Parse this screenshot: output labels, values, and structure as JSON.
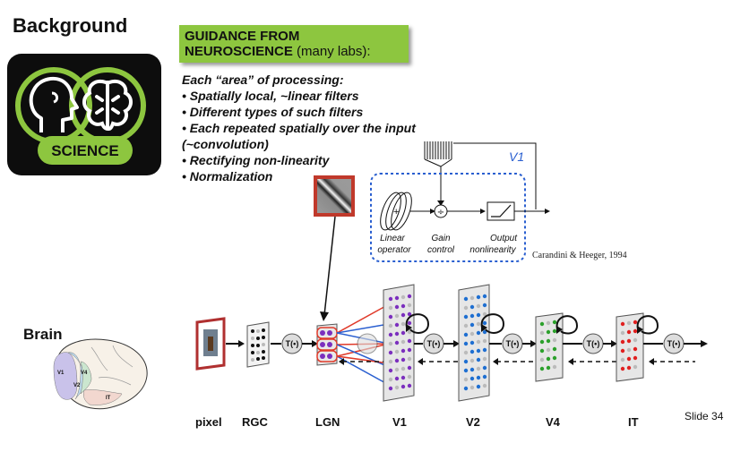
{
  "slide": {
    "title": "Background",
    "slide_label": "Slide 34",
    "badge": {
      "text": "SCIENCE",
      "colors": {
        "background": "#0d0d0d",
        "accent": "#8dc63f"
      },
      "icons": [
        "head-profile-icon",
        "brain-icon"
      ]
    }
  },
  "guidance": {
    "line1": "GUIDANCE FROM",
    "line2_bold": "NEUROSCIENCE",
    "line2_rest": " (many labs):",
    "color": "#8dc63f"
  },
  "bullets": {
    "heading": "Each “area” of processing:",
    "items": [
      "• Spatially local, ~linear filters",
      "• Different types of such filters",
      "• Each repeated spatially over the input",
      "(~convolution)",
      "• Rectifying non-linearity",
      "• Normalization"
    ]
  },
  "v1_model": {
    "label": "V1",
    "stage_labels": [
      {
        "line1": "Linear",
        "line2": "operator"
      },
      {
        "line1": "Gain",
        "line2": "control"
      },
      {
        "line1": "Output",
        "line2": "nonlinearity"
      }
    ],
    "divide_symbol": "÷",
    "plus_symbol": "+",
    "citation": "Carandini & Heeger, 1994"
  },
  "brain": {
    "title": "Brain",
    "regions": [
      "V1",
      "V4",
      "V2",
      "IT"
    ]
  },
  "pipeline": {
    "stages": [
      "pixel",
      "RGC",
      "LGN",
      "V1",
      "V2",
      "V4",
      "IT"
    ],
    "transform_label": "T(•)",
    "colors": {
      "purple": "#7b2fbe",
      "blue": "#1f6fd1",
      "green": "#2ca02c",
      "red": "#e02020",
      "arrow_red": "#e03a2a",
      "arrow_blue": "#2a5fd0"
    }
  }
}
